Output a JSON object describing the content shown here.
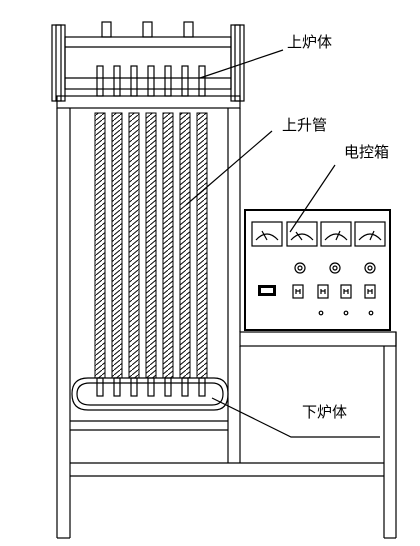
{
  "diagram": {
    "labels": {
      "upper_furnace": "上炉体",
      "riser_tube": "上升管",
      "control_box": "电控箱",
      "lower_furnace": "下炉体"
    }
  }
}
